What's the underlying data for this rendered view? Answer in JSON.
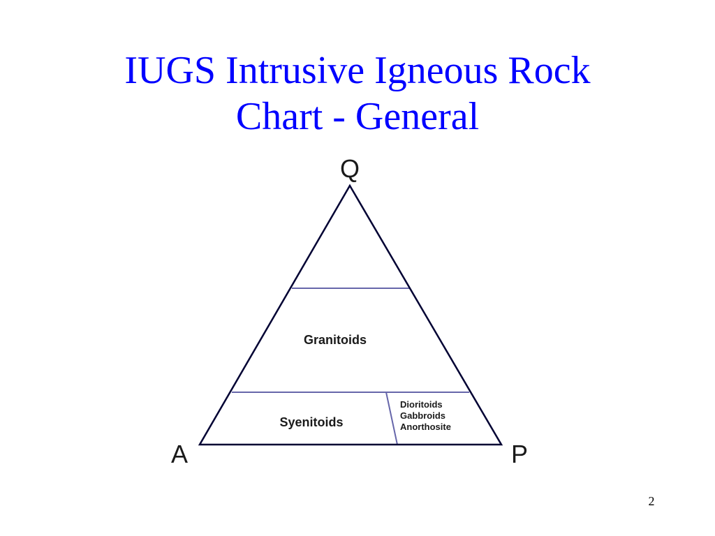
{
  "slide": {
    "title_lines": [
      "IUGS Intrusive Igneous Rock",
      "Chart - General"
    ],
    "page_number": "2"
  },
  "diagram": {
    "vertices": {
      "top": "Q",
      "left": "A",
      "right": "P"
    },
    "fields": {
      "granitoids": "Granitoids",
      "syenitoids": "Syenitoids",
      "dioritoids_lines": [
        "Dioritoids",
        "Gabbroids",
        "Anorthosite"
      ]
    },
    "colors": {
      "title": "#0000ff",
      "triangle_outline": "#000033",
      "divider_lines": "#6666aa",
      "label_text": "#1a1a1a"
    }
  }
}
